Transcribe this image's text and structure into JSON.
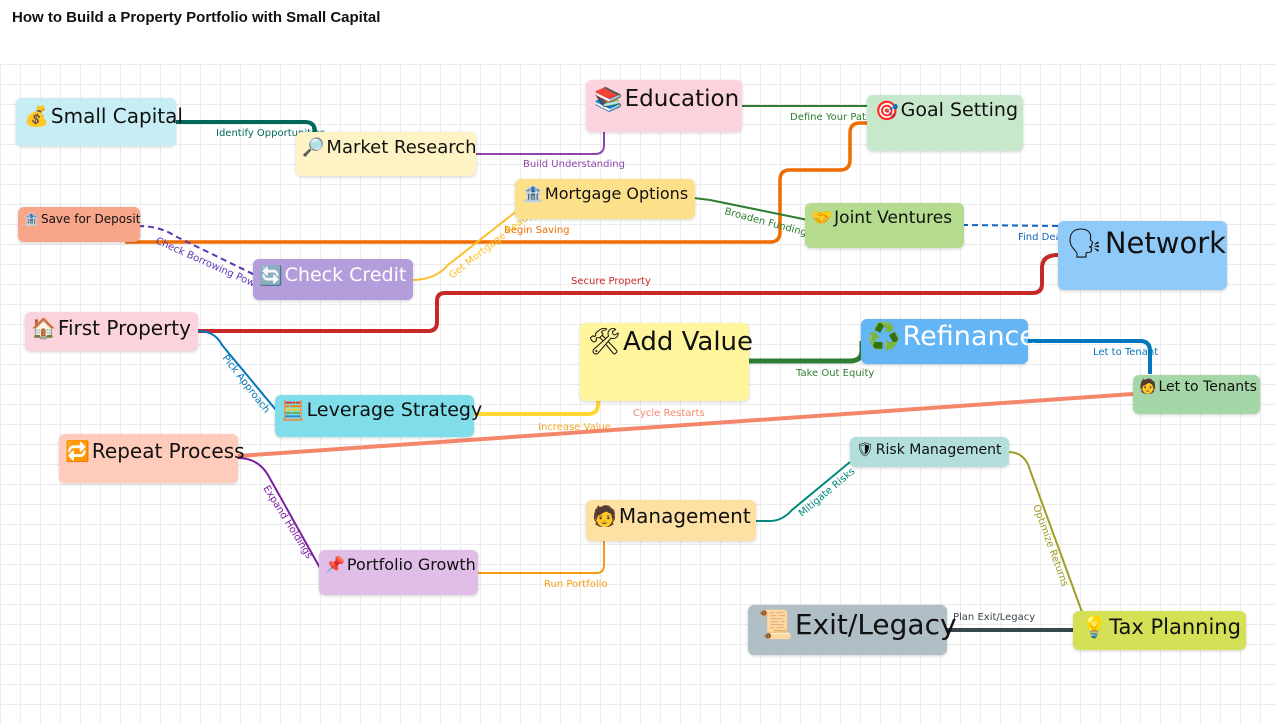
{
  "title": "How to Build a Property Portfolio with Small Capital",
  "nodes": {
    "small_capital": {
      "label": "Small Capital",
      "icon": "💰",
      "color": "#c8eef5"
    },
    "market_research": {
      "label": "Market Research",
      "icon": "🔎",
      "color": "#fdf3c4"
    },
    "education": {
      "label": "Education",
      "icon": "📚",
      "color": "#fbd3dc"
    },
    "goal_setting": {
      "label": "Goal Setting",
      "icon": "🎯",
      "color": "#c8e8cc"
    },
    "save_deposit": {
      "label": "Save for Deposit",
      "icon": "🏦",
      "color": "#f8a68a"
    },
    "mortgage_options": {
      "label": "Mortgage Options",
      "icon": "🏦",
      "color": "#fde08a"
    },
    "joint_ventures": {
      "label": "Joint Ventures",
      "icon": "🤝",
      "color": "#b5dc8e"
    },
    "network": {
      "label": "Network",
      "icon": "🗣",
      "color": "#90caf9"
    },
    "check_credit": {
      "label": "Check Credit",
      "icon": "🔄",
      "color": "#b39ddb"
    },
    "first_property": {
      "label": "First Property",
      "icon": "🏠",
      "color": "#fbd3dc"
    },
    "add_value": {
      "label": "Add Value",
      "icon": "🛠",
      "color": "#fff59d"
    },
    "refinance": {
      "label": "Refinance",
      "icon": "♻️",
      "color": "#64b5f6"
    },
    "let_tenants": {
      "label": "Let to Tenants",
      "icon": "🧑",
      "color": "#a5d6a7"
    },
    "leverage_strategy": {
      "label": "Leverage Strategy",
      "icon": "🧮",
      "color": "#80deea"
    },
    "repeat_process": {
      "label": "Repeat Process",
      "icon": "🔁",
      "color": "#ffccbc"
    },
    "risk_management": {
      "label": "Risk Management",
      "icon": "🛡",
      "color": "#b2dfdb"
    },
    "management": {
      "label": "Management",
      "icon": "🧑",
      "color": "#ffe0a3"
    },
    "portfolio_growth": {
      "label": "Portfolio Growth",
      "icon": "📌",
      "color": "#e1bee7"
    },
    "exit_legacy": {
      "label": "Exit/Legacy",
      "icon": "📜",
      "color": "#b0bec5"
    },
    "tax_planning": {
      "label": "Tax Planning",
      "icon": "💡",
      "color": "#d4e157"
    }
  },
  "edges": [
    {
      "label": "Identify Opportunities",
      "color": "#00695c"
    },
    {
      "label": "Build Understanding",
      "color": "#8e44ad"
    },
    {
      "label": "Define Your Path",
      "color": "#2e7d32"
    },
    {
      "label": "Begin Saving",
      "color": "#ef6c00"
    },
    {
      "label": "Check Borrowing Power",
      "color": "#5e35b1"
    },
    {
      "label": "Get Mortgage Ready",
      "color": "#fbc02d"
    },
    {
      "label": "Broaden Funding",
      "color": "#2e7d32"
    },
    {
      "label": "Find Deals",
      "color": "#1565c0"
    },
    {
      "label": "Secure Property",
      "color": "#c62828"
    },
    {
      "label": "Pick Approach",
      "color": "#0277bd"
    },
    {
      "label": "Increase Value",
      "color": "#f9a825"
    },
    {
      "label": "Take Out Equity",
      "color": "#2e7d32"
    },
    {
      "label": "Let to Tenant",
      "color": "#0277bd"
    },
    {
      "label": "Cycle Restarts",
      "color": "#f4876b"
    },
    {
      "label": "Expand Holdings",
      "color": "#7b1fa2"
    },
    {
      "label": "Run Portfolio",
      "color": "#f39c12"
    },
    {
      "label": "Mitigate Risks",
      "color": "#00897b"
    },
    {
      "label": "Optimize Returns",
      "color": "#9e9d24"
    },
    {
      "label": "Plan Exit/Legacy",
      "color": "#37474f"
    }
  ]
}
